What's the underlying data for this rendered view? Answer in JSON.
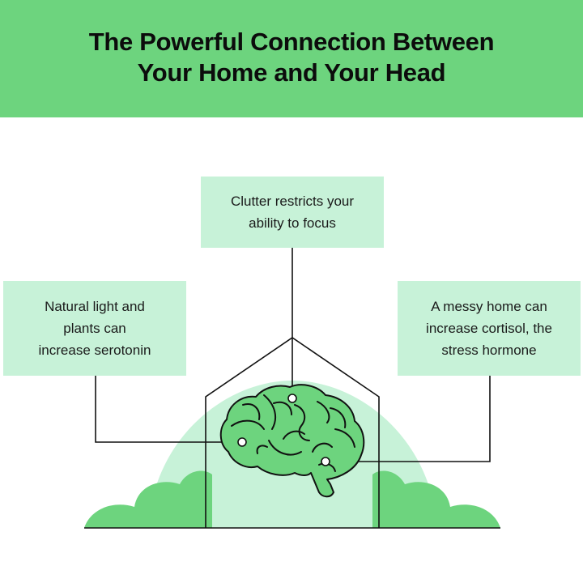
{
  "header": {
    "title_line1": "The Powerful Connection Between",
    "title_line2": "Your Home and Your Head"
  },
  "callouts": {
    "top": {
      "line1": "Clutter restricts your",
      "line2": "ability to focus"
    },
    "left": {
      "line1": "Natural light and",
      "line2": "plants can",
      "line3": "increase serotonin"
    },
    "right": {
      "line1": "A messy home can",
      "line2": "increase cortisol, the",
      "line3": "stress hormone"
    }
  },
  "colors": {
    "header_bg": "#6dd47e",
    "callout_bg": "#c7f2d8",
    "brain_fill": "#6dd47e",
    "bush": "#6dd47e",
    "hill": "#c7f2d8",
    "line": "#111111"
  },
  "icons": [
    "house-icon",
    "brain-icon",
    "bush-icon",
    "hill-icon"
  ]
}
